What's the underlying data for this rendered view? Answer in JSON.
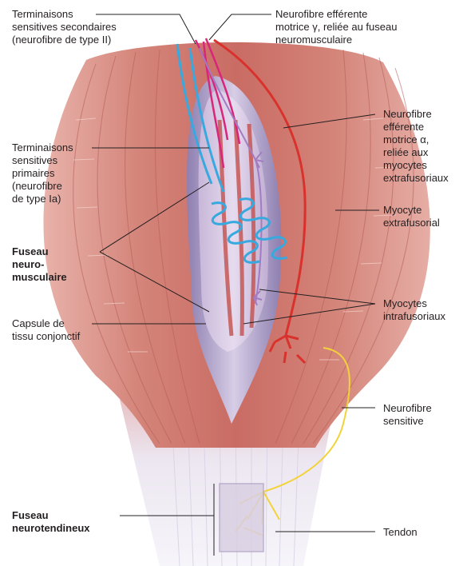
{
  "labels": {
    "secondary_endings": "Terminaisons\nsensitives secondaires\n(neurofibre de type II)",
    "gamma_efferent": "Neurofibre efférente\nmotrice γ, reliée au fuseau\nneuromusculaire",
    "alpha_efferent": "Neurofibre\nefférente\nmotrice α,\nreliée aux\nmyocytes\nextrafusoriaux",
    "primary_endings": "Terminaisons\nsensitives\nprimaires\n(neurofibre\nde type Ia)",
    "extrafusal_fiber": "Myocyte\nextrafusorial",
    "muscle_spindle": "Fuseau\nneuro-\nmusculaire",
    "intrafusal_fibers": "Myocytes\nintrafusoriaux",
    "capsule": "Capsule de\ntissu conjonctif",
    "sensory_fiber": "Neurofibre\nsensitive",
    "tendon_organ": "Fuseau\nneurotendineux",
    "tendon": "Tendon"
  },
  "colors": {
    "muscle": "#d98a82",
    "muscle_dark": "#b65a55",
    "capsule": "#b9a9cf",
    "tendon": "#e9e6f2",
    "sensory_primary": "#37a9df",
    "gamma_motor": "#d8267a",
    "alpha_motor": "#d9322d",
    "sensory_tendon": "#f2d33a",
    "leader": "#231f20"
  }
}
